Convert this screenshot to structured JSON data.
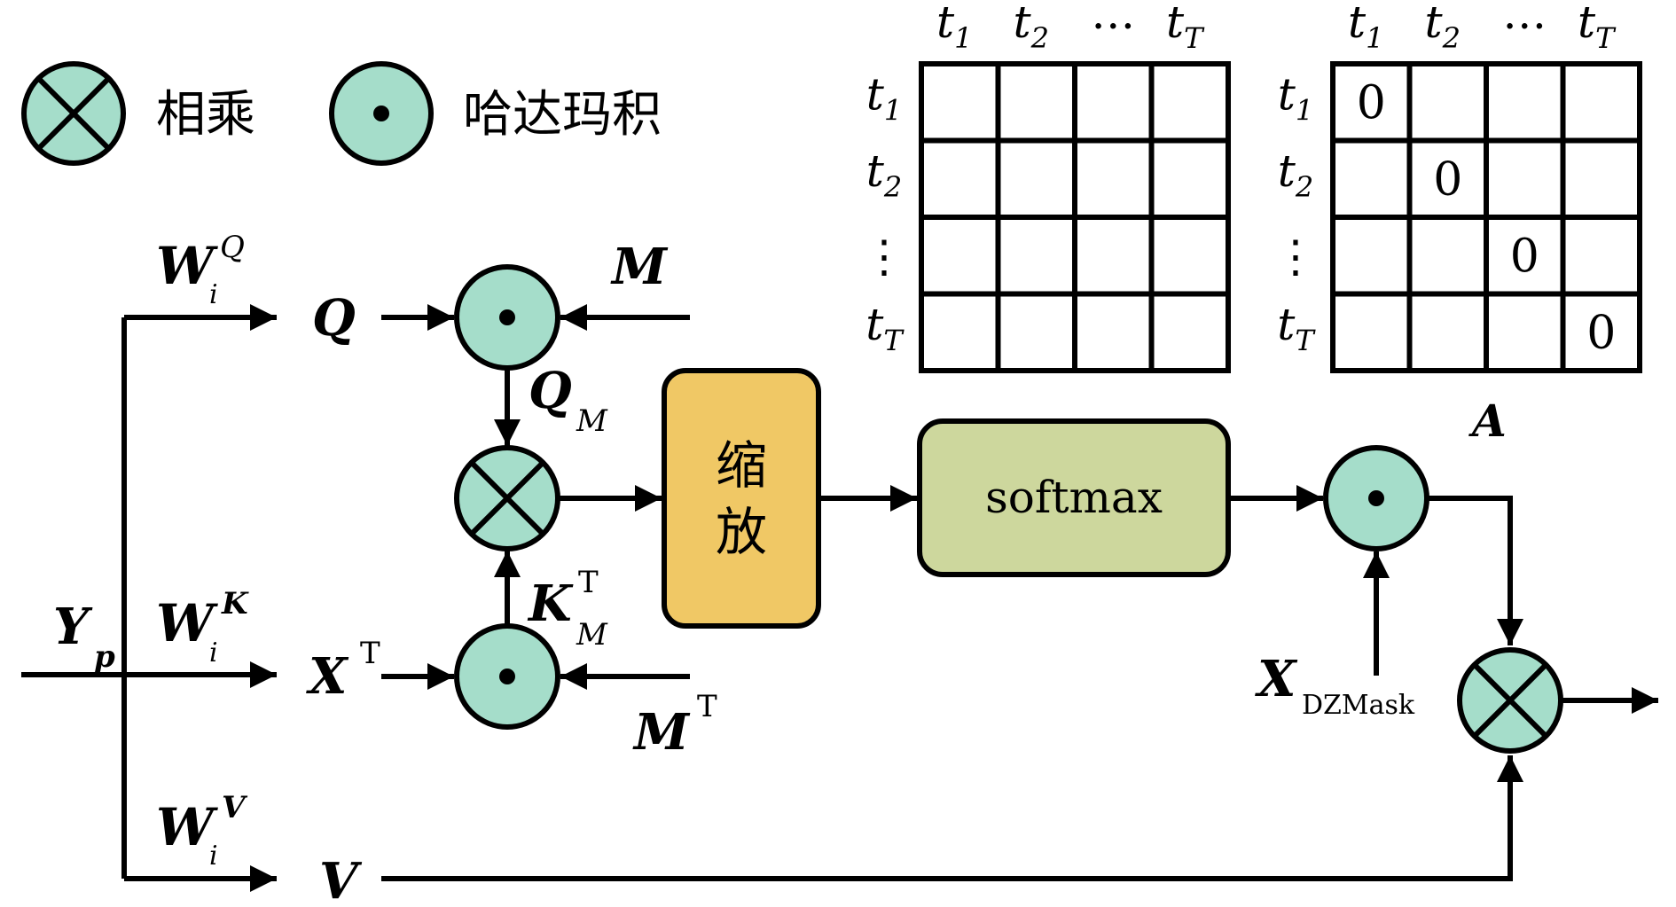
{
  "legend": {
    "multiply_label": "相乘",
    "hadamard_label": "哈达玛积"
  },
  "colors": {
    "node_fill": "#a5ddca",
    "scale_fill": "#f0c865",
    "softmax_fill": "#cdd79d",
    "line": "#000000"
  },
  "inputs": {
    "y": "Y",
    "y_sub": "p"
  },
  "weights": [
    {
      "base": "W",
      "sup": "Q",
      "sub": "i"
    },
    {
      "base": "W",
      "sup": "K",
      "sub": "i"
    },
    {
      "base": "W",
      "sup": "V",
      "sub": "i"
    }
  ],
  "signals": {
    "q": "Q",
    "x": "X",
    "x_sup": "T",
    "v": "V",
    "m": "M",
    "mt": "M",
    "mt_sup": "T",
    "qm": "Q",
    "qm_sub": "M",
    "km": "K",
    "km_sup": "T",
    "km_sub": "M",
    "xmask": "X",
    "xmask_sub": "DZMask",
    "a": "A"
  },
  "blocks": {
    "scale_line1": "缩",
    "scale_line2": "放",
    "softmax": "softmax"
  },
  "matrix_full": {
    "col_labels": [
      [
        "t",
        "1"
      ],
      [
        "t",
        "2"
      ],
      [
        "…",
        ""
      ],
      [
        "t",
        "T"
      ]
    ],
    "row_labels": [
      [
        "t",
        "1"
      ],
      [
        "t",
        "2"
      ],
      [
        "⋮",
        ""
      ],
      [
        "t",
        "T"
      ]
    ],
    "cells": [
      [
        "",
        "",
        "",
        ""
      ],
      [
        "",
        "",
        "",
        ""
      ],
      [
        "",
        "",
        "",
        ""
      ],
      [
        "",
        "",
        "",
        ""
      ]
    ]
  },
  "matrix_masked": {
    "col_labels": [
      [
        "t",
        "1"
      ],
      [
        "t",
        "2"
      ],
      [
        "…",
        ""
      ],
      [
        "t",
        "T"
      ]
    ],
    "row_labels": [
      [
        "t",
        "1"
      ],
      [
        "t",
        "2"
      ],
      [
        "⋮",
        ""
      ],
      [
        "t",
        "T"
      ]
    ],
    "cells": [
      [
        "0",
        "",
        "",
        ""
      ],
      [
        "",
        "0",
        "",
        ""
      ],
      [
        "",
        "",
        "0",
        ""
      ],
      [
        "",
        "",
        "",
        "0"
      ]
    ]
  }
}
